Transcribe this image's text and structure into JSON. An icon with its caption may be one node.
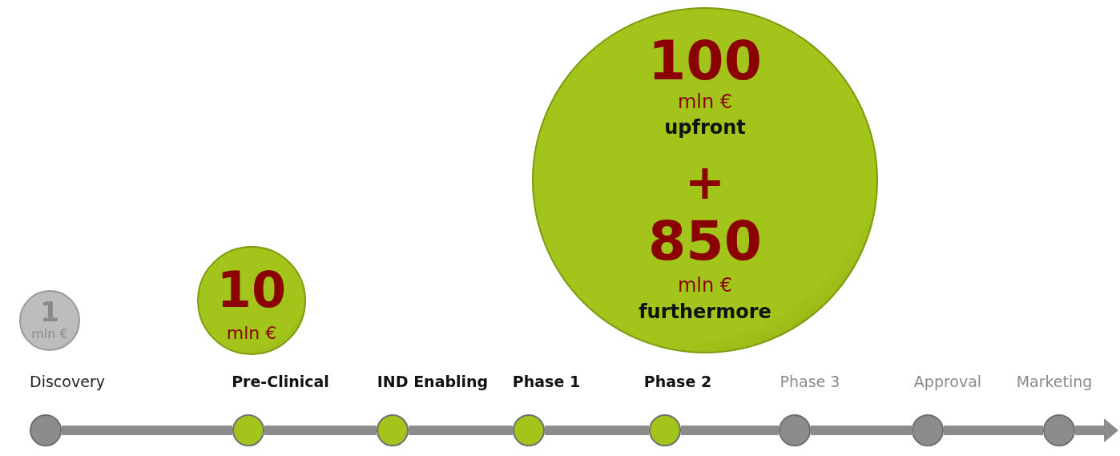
{
  "diagram": {
    "nodes": [
      {
        "text": [
          "1",
          "mln €"
        ]
      },
      {
        "text": [
          "10",
          "mln €"
        ]
      },
      {
        "text": [
          "100",
          "mln €",
          "upfront",
          "+",
          "850",
          "mln €",
          "furthermore"
        ]
      },
      {
        "text": [
          "Discovery"
        ]
      },
      {
        "text": [
          "Pre-Clinical"
        ]
      },
      {
        "text": [
          "IND Enabling"
        ]
      },
      {
        "text": [
          "Phase 1"
        ]
      },
      {
        "text": [
          "Phase 2"
        ]
      },
      {
        "text": [
          "Phase 3"
        ]
      },
      {
        "text": [
          "Approval"
        ]
      },
      {
        "text": [
          "Marketing"
        ]
      }
    ],
    "edges": [
      {
        "from": 3,
        "to": 4,
        "arrow": "none"
      },
      {
        "from": 4,
        "to": 5,
        "arrow": "none"
      },
      {
        "from": 5,
        "to": 6,
        "arrow": "none"
      },
      {
        "from": 6,
        "to": 7,
        "arrow": "none"
      },
      {
        "from": 7,
        "to": 8,
        "arrow": "none"
      },
      {
        "from": 8,
        "to": 9,
        "arrow": "none"
      },
      {
        "from": 9,
        "to": 10,
        "arrow": "none"
      },
      {
        "from": 10,
        "to": null,
        "arrow": "to"
      }
    ]
  }
}
